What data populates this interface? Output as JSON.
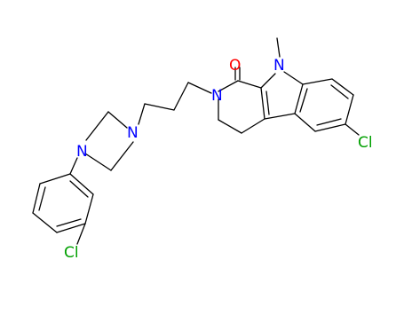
{
  "molecule": {
    "atom_labels": {
      "carbonyl_oxygen": "O",
      "indole_nitrogen": "N",
      "methyl": "",
      "lactam_nitrogen": "N",
      "aryl_chlorine": "Cl",
      "piperazine_n1": "N",
      "piperazine_n4": "N",
      "phenyl_chlorine": "Cl"
    },
    "colors": {
      "bond": "#000000",
      "nitrogen": "#0000ff",
      "oxygen": "#ff0000",
      "chlorine": "#00a000"
    }
  }
}
